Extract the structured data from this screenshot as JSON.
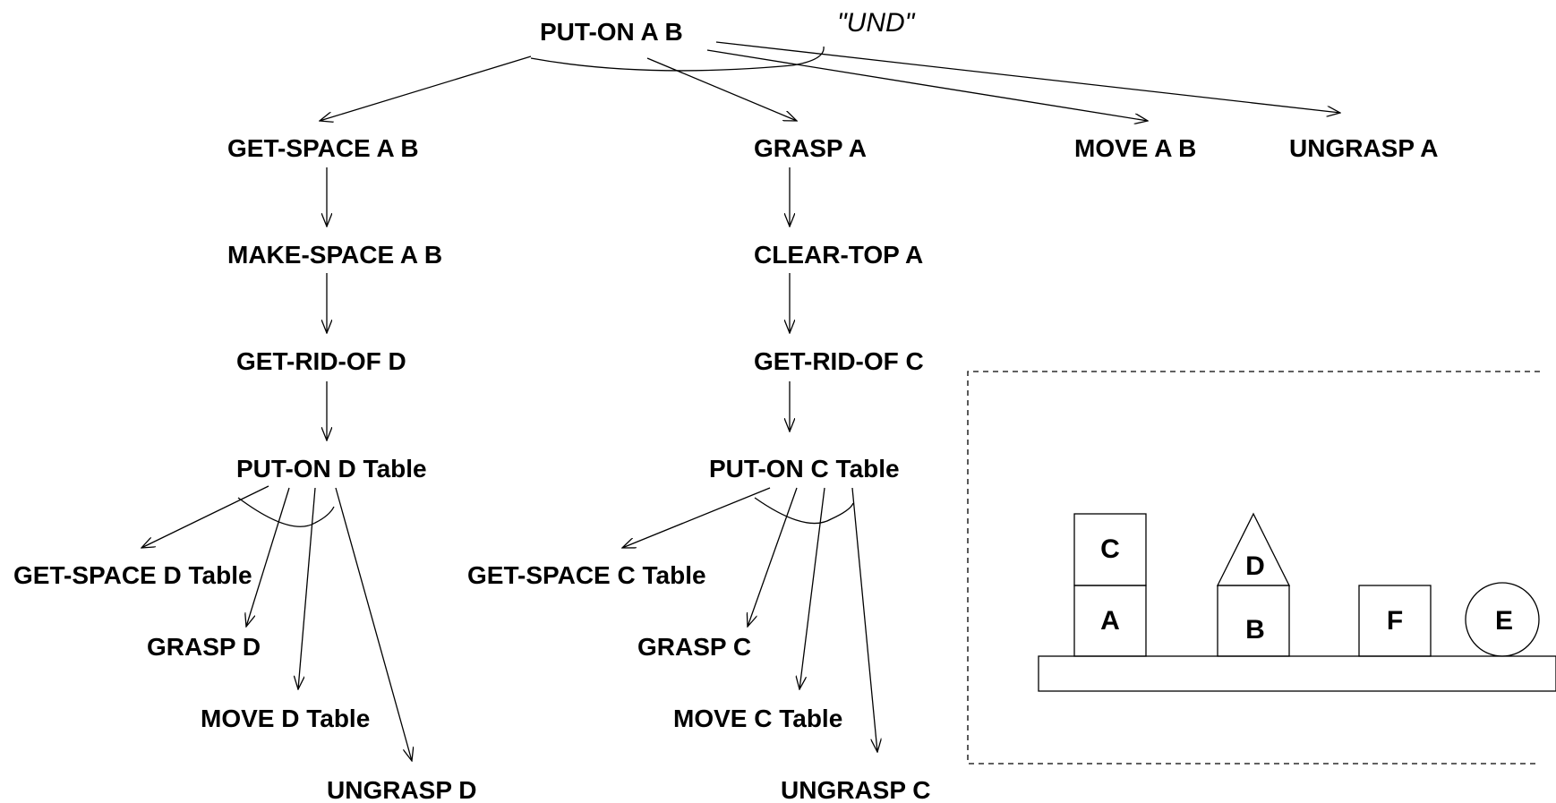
{
  "and_label": "\"UND\"",
  "nodes": {
    "put_on_a_b": "PUT-ON A B",
    "get_space_a_b": "GET-SPACE A B",
    "grasp_a": "GRASP A",
    "move_a_b": "MOVE A B",
    "ungrasp_a": "UNGRASP A",
    "make_space_a_b": "MAKE-SPACE A B",
    "clear_top_a": "CLEAR-TOP A",
    "get_rid_of_d": "GET-RID-OF D",
    "get_rid_of_c": "GET-RID-OF C",
    "put_on_d_table": "PUT-ON D Table",
    "put_on_c_table": "PUT-ON C Table",
    "get_space_d_table": "GET-SPACE D Table",
    "grasp_d": "GRASP D",
    "move_d_table": "MOVE D Table",
    "ungrasp_d": "UNGRASP D",
    "get_space_c_table": "GET-SPACE C Table",
    "grasp_c": "GRASP C",
    "move_c_table": "MOVE C Table",
    "ungrasp_c": "UNGRASP C"
  },
  "blocks": {
    "c": "C",
    "a": "A",
    "d": "D",
    "b": "B",
    "f": "F",
    "e": "E"
  }
}
